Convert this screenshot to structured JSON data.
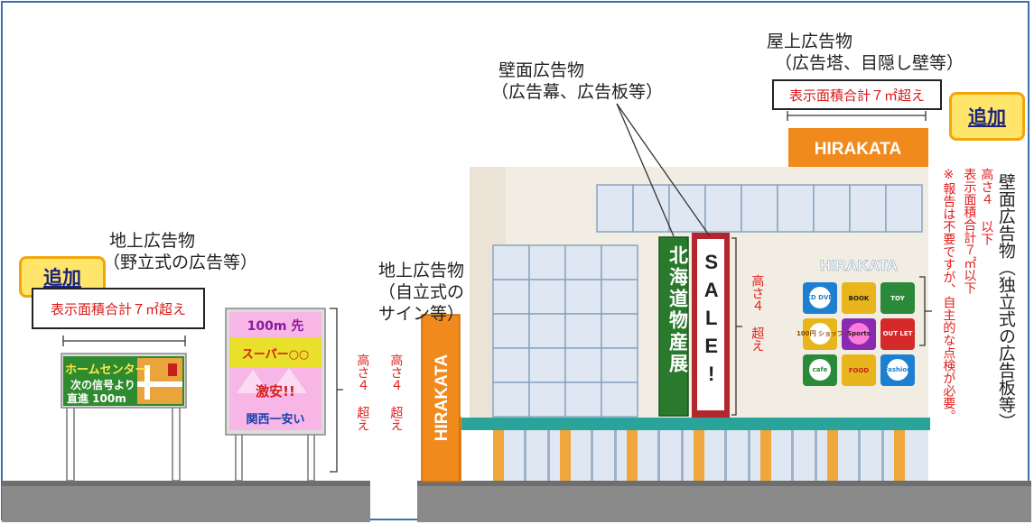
{
  "labels": {
    "rooftop_title": "屋上広告物",
    "rooftop_sub": "（広告塔、目隠し壁等）",
    "rooftop_area": "表示面積合計７㎡超え",
    "wall_title": "壁面広告物",
    "wall_sub": "（広告幕、広告板等）",
    "ground_left_title": "地上広告物",
    "ground_left_sub": "（野立式の広告等）",
    "ground_left_area": "表示面積合計７㎡超え",
    "ground_mid_l1": "地上広告物",
    "ground_mid_l2": "（自立式の",
    "ground_mid_l3": "サイン等）",
    "added_badge": "追加",
    "height_over_4": "高さ４ 超え",
    "right_wall_title": "壁面広告物（独立式の広告板等）",
    "note_l1": "高さ４ 以下",
    "note_l2": "表示面積合計７㎡以下",
    "note_l3": "※報告は不要ですが、自主的な点検が必要。"
  },
  "signs": {
    "hirakata": "HIRAKATA",
    "home_center": "ホームセンター",
    "home_line2": "次の信号より",
    "home_line3": "直進 100m",
    "super_l1": "100m 先",
    "super_l2": "スーパー○○",
    "super_l3": "激安!!",
    "super_l4": "関西一安い",
    "sale": "SALE!",
    "hokkaido": "北海道物産展",
    "panel_title": "HIRAKATA",
    "tiles": [
      "CD DVD",
      "BOOK",
      "TOY",
      "100円 ショップ",
      "Sports",
      "OUT LET",
      "cafe",
      "FOOD",
      "Fashion"
    ]
  },
  "colors": {
    "frame": "#3a6fb0",
    "red_text": "#e02020",
    "badge_fill": "#ffe56a",
    "badge_border": "#f2a60c",
    "orange": "#f08a1c",
    "green": "#2a7a2e",
    "magenta": "#f7b6e6"
  }
}
